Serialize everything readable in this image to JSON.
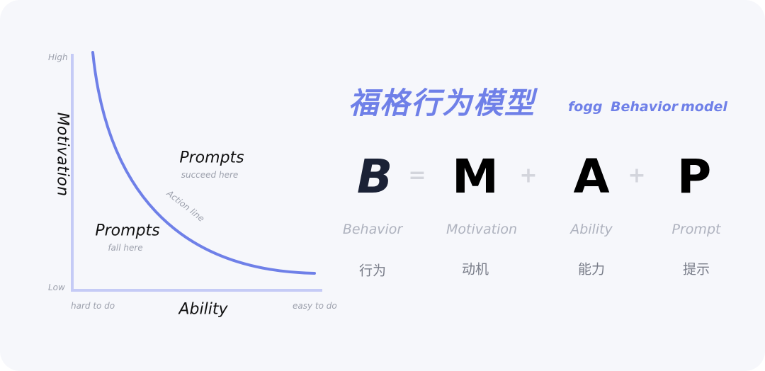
{
  "axes": {
    "y_label": "Motivation",
    "x_label": "Ability",
    "y_high": "High",
    "y_low": "Low",
    "x_left": "hard  to do",
    "x_right": "easy  to do"
  },
  "regions": {
    "above": {
      "title": "Prompts",
      "subtitle": "succeed here"
    },
    "below": {
      "title": "Prompts",
      "subtitle": "fall here"
    }
  },
  "curve_label": "Action  line",
  "title": {
    "chinese": "福格行为模型",
    "english_words": [
      "fogg",
      "Behavior",
      "model"
    ]
  },
  "formula": {
    "letters": [
      "B",
      "M",
      "A",
      "P"
    ],
    "operators": [
      "=",
      "+",
      "+"
    ],
    "terms": [
      "Behavior",
      "Motivation",
      "Ability",
      "Prompt"
    ],
    "chinese_terms": [
      "行为",
      "动机",
      "能力",
      "提示"
    ]
  },
  "colors": {
    "accent": "#6f80e8",
    "axis": "#c5cbf6",
    "curve": "#6f80e8",
    "dark_letter": "#1b2236",
    "black_letter": "#000000",
    "operator": "#d3d5dc",
    "muted_text": "#aeb2be",
    "background": "#f6f7fb"
  }
}
